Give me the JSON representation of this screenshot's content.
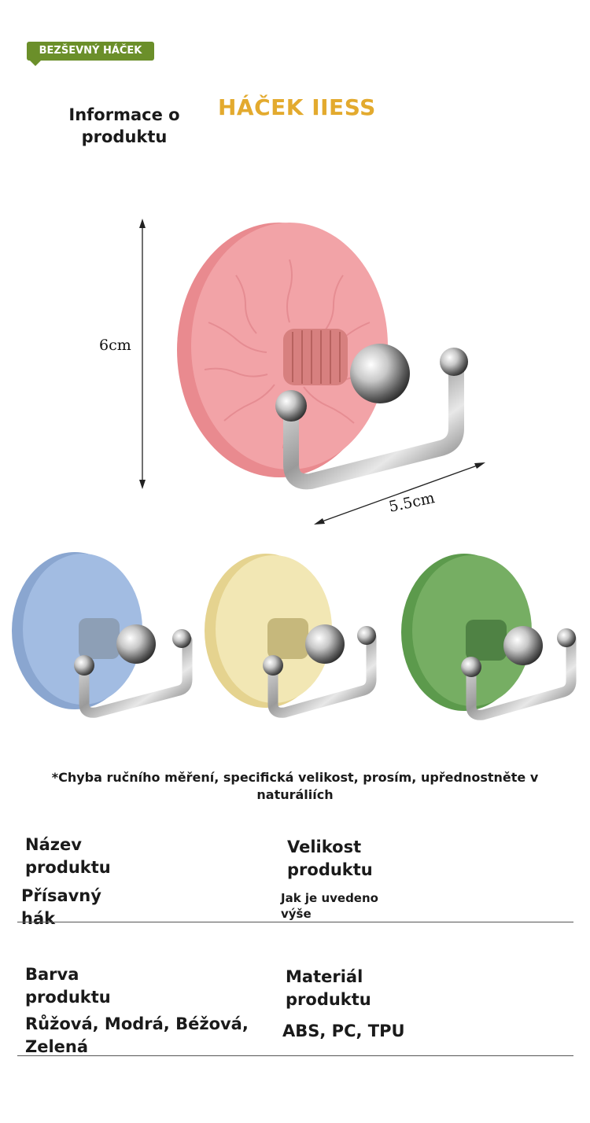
{
  "header": {
    "badge": "BEZŠEVNÝ HÁČEK",
    "section_title": "Informace o produktu",
    "brand_title": "HÁČEK IIESS"
  },
  "dimensions": {
    "height_label": "6cm",
    "width_label": "5.5cm"
  },
  "colors": {
    "badge": "#6b8f2a",
    "brand_title": "#e3aa2e",
    "pink": "#ee9a9c",
    "blue": "#9cb6dc",
    "beige": "#eee2a8",
    "green": "#6fa85c"
  },
  "variants": [
    {
      "color_name": "pink"
    },
    {
      "color_name": "blue"
    },
    {
      "color_name": "beige"
    },
    {
      "color_name": "green"
    }
  ],
  "note": "*Chyba ručního měření, specifická velikost, prosím, upřednostněte v naturáliích",
  "specs": {
    "name_label": "Název produktu",
    "name_value": "Přísavný hák",
    "size_label": "Velikost produktu",
    "size_value": "Jak je uvedeno výše",
    "color_label": "Barva produktu",
    "color_value": "Růžová, Modrá, Béžová, Zelená",
    "material_label": "Materiál produktu",
    "material_value": "ABS, PC, TPU"
  }
}
